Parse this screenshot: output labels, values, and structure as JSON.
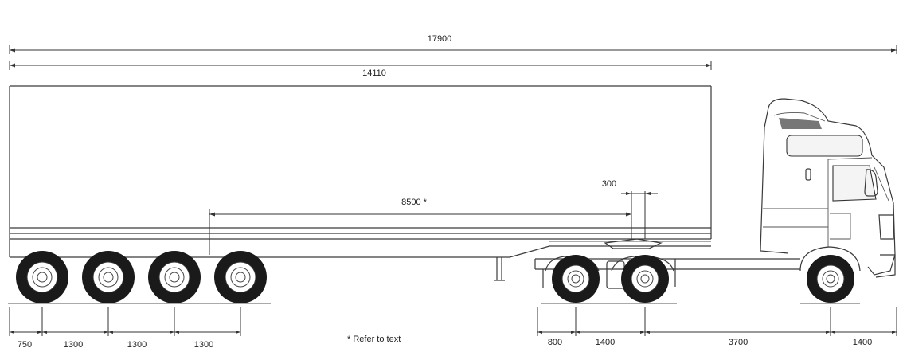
{
  "dimensions": {
    "overall_length": "17900",
    "trailer_length": "14110",
    "kingpin_to_rear_axle": "8500 *",
    "kingpin_offset": "300",
    "trailer_rear_overhang": "750",
    "trailer_axle_spacing_1": "1300",
    "trailer_axle_spacing_2": "1300",
    "trailer_axle_spacing_3": "1300",
    "tractor_rear_overhang": "800",
    "tractor_bogie_spacing": "1400",
    "tractor_wheelbase": "3700",
    "tractor_front_overhang": "1400"
  },
  "note": "* Refer to text"
}
